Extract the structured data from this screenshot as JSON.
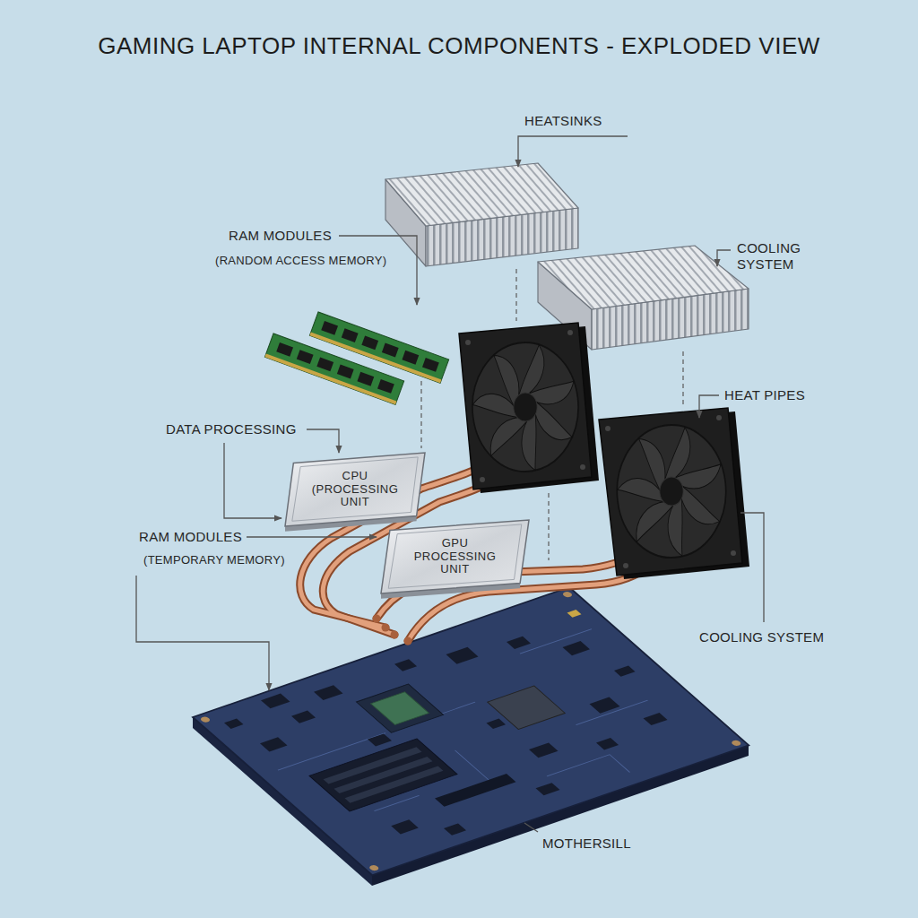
{
  "diagram": {
    "title": "GAMING LAPTOP INTERNAL COMPONENTS - EXPLODED VIEW",
    "nodes": [
      {
        "text": [
          "CPU (PROCESSING UNIT"
        ]
      },
      {
        "text": [
          "GPU PROCESSING UNIT"
        ]
      }
    ],
    "labels": [
      "HEATSINKS",
      "RAM MODULES",
      "(RANDOM ACCESS MEMORY)",
      "COOLING SYSTEM",
      "HEAT PIPES",
      "DATA PROCESSING",
      "RAM MODULES",
      "(TEMPORARY MEMORY)",
      "COOLING SYSTEM",
      "MOTHERSILL"
    ]
  }
}
